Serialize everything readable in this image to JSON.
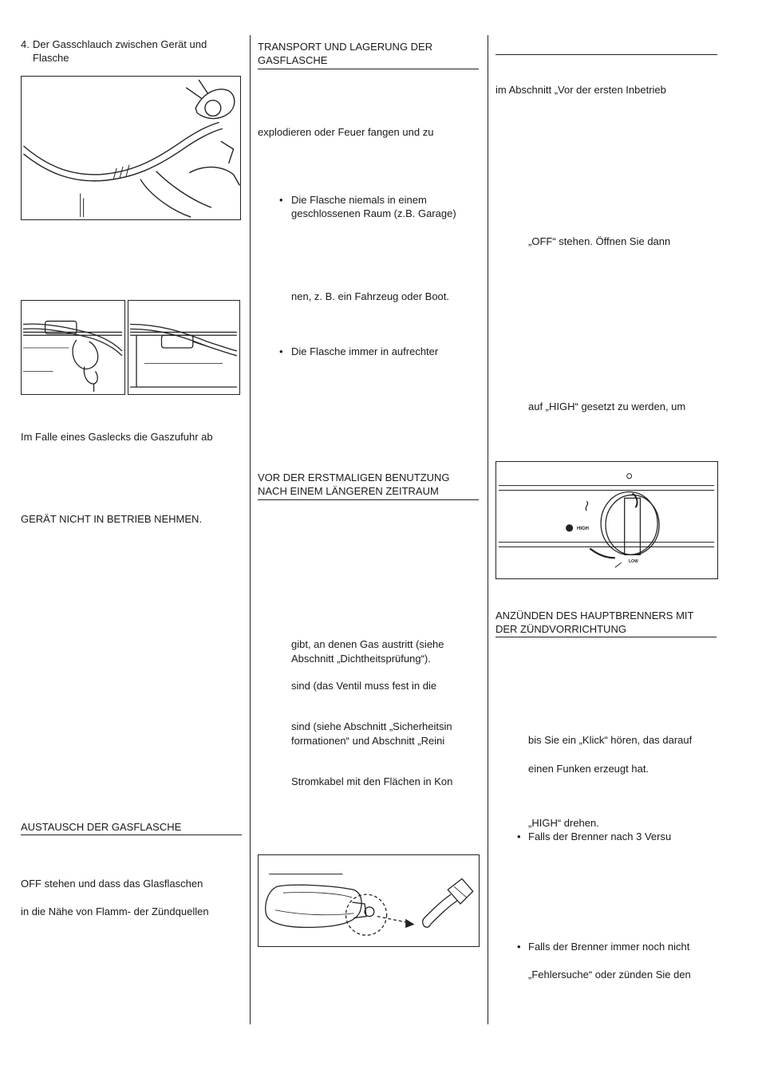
{
  "col1": {
    "item4_number": "4.",
    "item4_line1": "Der Gasschlauch zwischen Gerät und",
    "item4_line2": "Flasche",
    "gas_leak_text": "Im Falle eines Gaslecks die Gaszufuhr ab",
    "do_not_operate": "GERÄT NICHT IN BETRIEB NEHMEN.",
    "heading_replace": "AUSTAUSCH DER GASFLASCHE",
    "replace_line1": "OFF stehen und dass das Glasflaschen",
    "replace_line2": "in die Nähe von Flamm- der Zündquellen"
  },
  "col2": {
    "heading_transport_1": "TRANSPORT UND LAGERUNG DER",
    "heading_transport_2": "GASFLASCHE",
    "explode_text": "explodieren oder Feuer fangen und zu",
    "bullet1_line1": "Die Flasche niemals in einem",
    "bullet1_line2": "geschlossenen Raum (z.B. Garage)",
    "vehicle_text": "nen, z. B. ein Fahrzeug oder Boot.",
    "bullet2_line1": "Die Flasche immer in aufrechter",
    "heading_first_use_1": "VOR DER ERSTMALIGEN BENUTZUNG",
    "heading_first_use_2": "NACH EINEM LÄNGEREN ZEITRAUM",
    "gas_escape_1": "gibt, an denen Gas austritt (siehe",
    "gas_escape_2": "Abschnitt „Dichtheitsprüfung“).",
    "valve_text": "sind (das Ventil muss fest in die",
    "safety_1": "sind (siehe Abschnitt „Sicherheitsin",
    "safety_2": "formationen“ und Abschnitt „Reini",
    "cable_text": "Stromkabel mit den Flächen in Kon"
  },
  "col3": {
    "section_ref": "im Abschnitt „Vor der ersten Inbetrieb",
    "off_text": "„OFF“ stehen. Öffnen Sie dann",
    "high_text": "auf „HIGH“ gesetzt zu werden, um",
    "knob_label_high": "HIGH",
    "knob_label_low": "LOW",
    "heading_ignite_1": "ANZÜNDEN DES HAUPTBRENNERS MIT",
    "heading_ignite_2": "DER ZÜNDVORRICHTUNG",
    "click_text": "bis Sie ein „Klick“ hören, das darauf",
    "spark_text": "einen Funken erzeugt hat.",
    "turn_high": "„HIGH“ drehen.",
    "bullet_fail_1": "Falls der Brenner nach 3 Versu",
    "bullet_fail_2": "Falls der Brenner immer noch nicht",
    "trouble_text": "„Fehlersuche“ oder zünden Sie den"
  },
  "bullet_glyph": "•"
}
